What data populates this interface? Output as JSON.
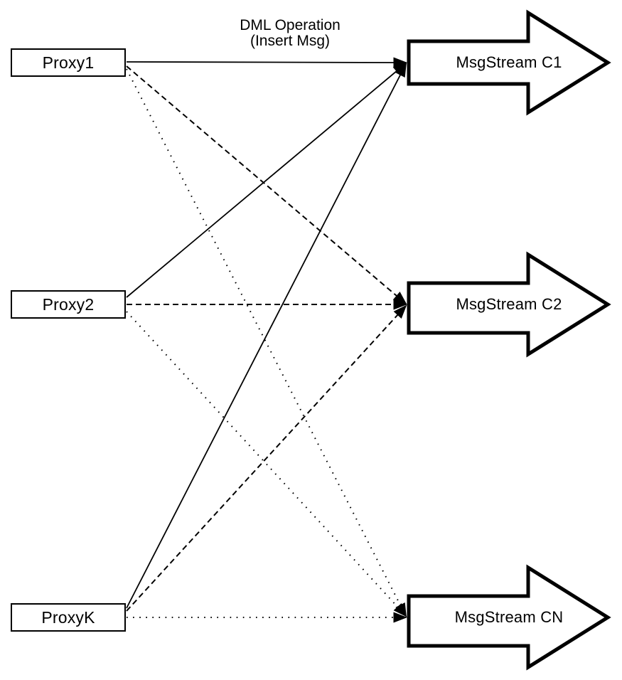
{
  "diagram": {
    "type": "flow-diagram",
    "colors": {
      "background": "#ffffff",
      "stroke": "#000000",
      "node_fill": "#ffffff"
    },
    "edge_label": {
      "line1": "DML Operation",
      "line2": "(Insert Msg)"
    },
    "proxies": [
      {
        "label": "Proxy1"
      },
      {
        "label": "Proxy2"
      },
      {
        "label": "ProxyK"
      }
    ],
    "streams": [
      {
        "label": "MsgStream C1"
      },
      {
        "label": "MsgStream C2"
      },
      {
        "label": "MsgStream CN"
      }
    ],
    "edges": [
      {
        "from": "Proxy1",
        "to": "MsgStream C1",
        "style": "solid",
        "label": "DML Operation (Insert Msg)"
      },
      {
        "from": "Proxy1",
        "to": "MsgStream C2",
        "style": "dashed"
      },
      {
        "from": "Proxy1",
        "to": "MsgStream CN",
        "style": "dotted"
      },
      {
        "from": "Proxy2",
        "to": "MsgStream C1",
        "style": "solid"
      },
      {
        "from": "Proxy2",
        "to": "MsgStream C2",
        "style": "dashed"
      },
      {
        "from": "Proxy2",
        "to": "MsgStream CN",
        "style": "dotted"
      },
      {
        "from": "ProxyK",
        "to": "MsgStream C1",
        "style": "solid"
      },
      {
        "from": "ProxyK",
        "to": "MsgStream C2",
        "style": "dashed"
      },
      {
        "from": "ProxyK",
        "to": "MsgStream CN",
        "style": "dotted"
      }
    ]
  }
}
